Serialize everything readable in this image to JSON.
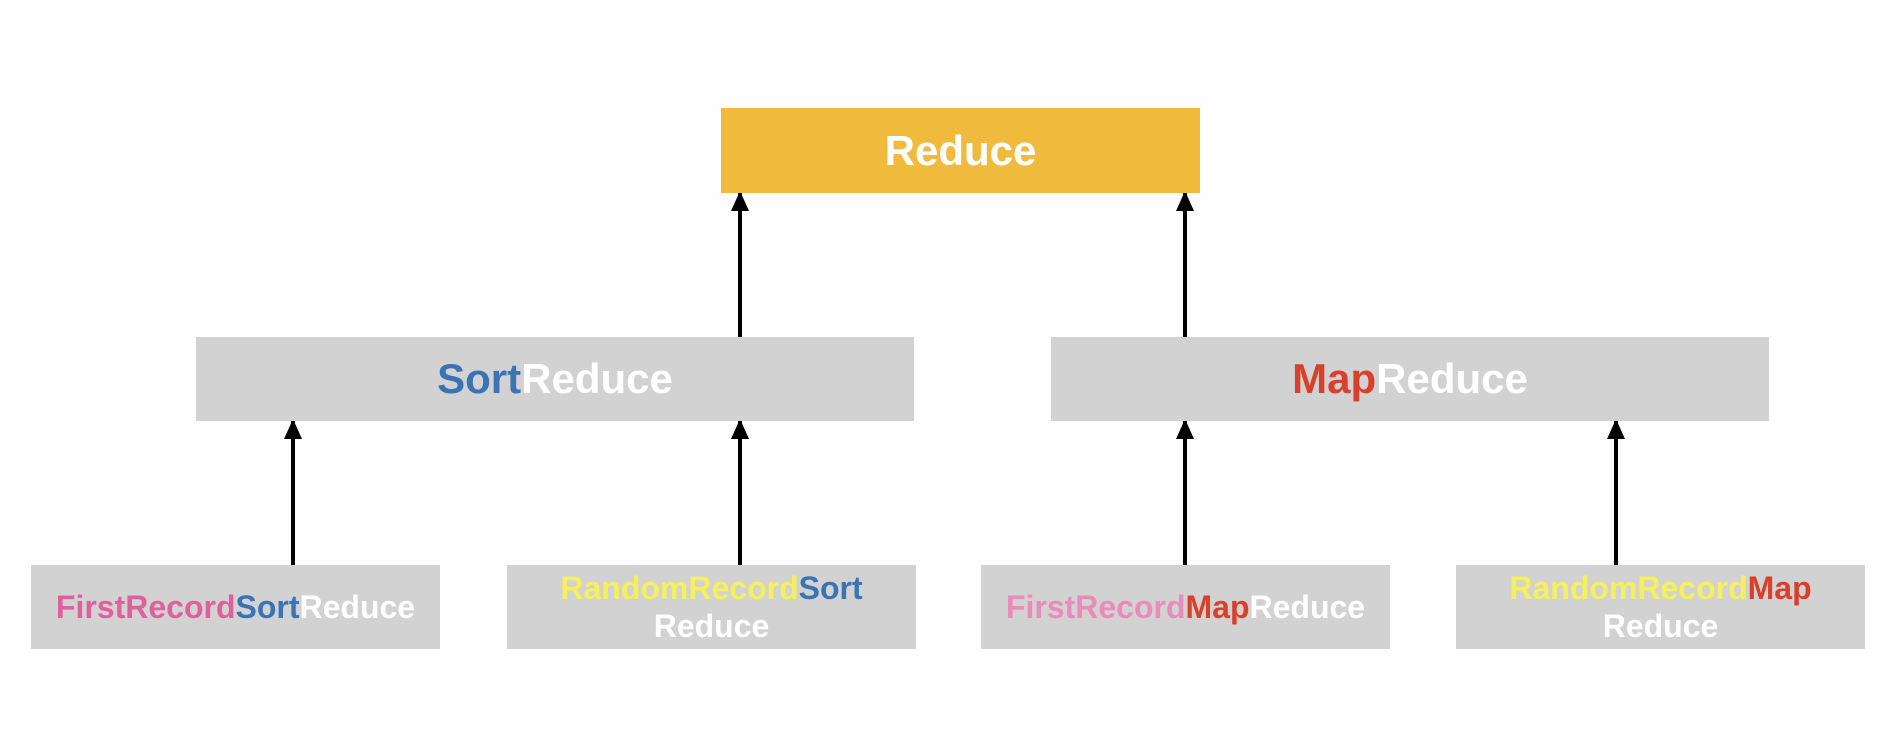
{
  "colors": {
    "root_fill": "#f0bb3d",
    "node_fill": "#d2d2d2",
    "white_text": "#ffffff",
    "sort_blue": "#3a74b4",
    "map_red": "#d8402b",
    "first_pink": "#e0609e",
    "first_pink_light": "#ea8bba",
    "random_yellow": "#f6f05a",
    "arrow": "#000000"
  },
  "root": {
    "label": "Reduce"
  },
  "sort_reduce": {
    "part1": "Sort",
    "part2": "Reduce"
  },
  "map_reduce": {
    "part1": "Map",
    "part2": "Reduce"
  },
  "leaves": {
    "first_record_sort": {
      "part1": "FirstRecord",
      "part2": "Sort",
      "part3": "Reduce"
    },
    "random_record_sort": {
      "part1": "RandomRecord",
      "part2": "Sort",
      "part3": "Reduce"
    },
    "first_record_map": {
      "part1": "FirstRecord",
      "part2": "Map",
      "part3": "Reduce"
    },
    "random_record_map": {
      "part1": "RandomRecord",
      "part2": "Map",
      "part3": "Reduce"
    }
  }
}
